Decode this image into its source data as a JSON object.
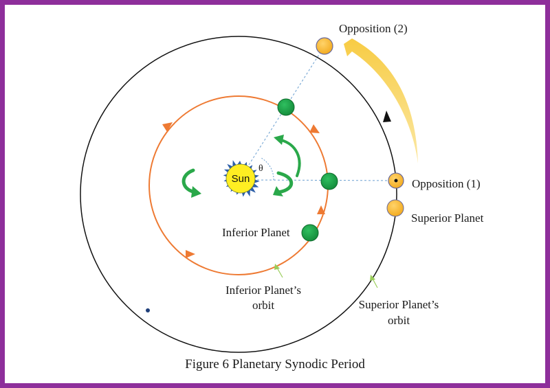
{
  "labels": {
    "sun": "Sun",
    "theta": "θ",
    "opposition_1": "Opposition (1)",
    "opposition_2": "Opposition (2)",
    "superior_planet": "Superior Planet",
    "inferior_planet": "Inferior Planet",
    "inferior_orbit_line1": "Inferior Planet’s",
    "inferior_orbit_line2": "orbit",
    "superior_orbit_line1": "Superior Planet’s",
    "superior_orbit_line2": "orbit"
  },
  "caption": "Figure 6 Planetary Synodic Period",
  "colors": {
    "frame": "#8e2f9b",
    "inferior_orbit": "#ee7a33",
    "superior_orbit": "#111111",
    "inferior_planet": "#1e9e4a",
    "superior_planet": "#f7b52c",
    "sun": "#ffee22",
    "sun_rays": "#2d5fa8",
    "rotation_arrows": "#2aa84a",
    "motion_arrow": "#f7c93a",
    "pointer_arrows": "#9acd5a",
    "guide_lines": "#6a9fd0"
  }
}
